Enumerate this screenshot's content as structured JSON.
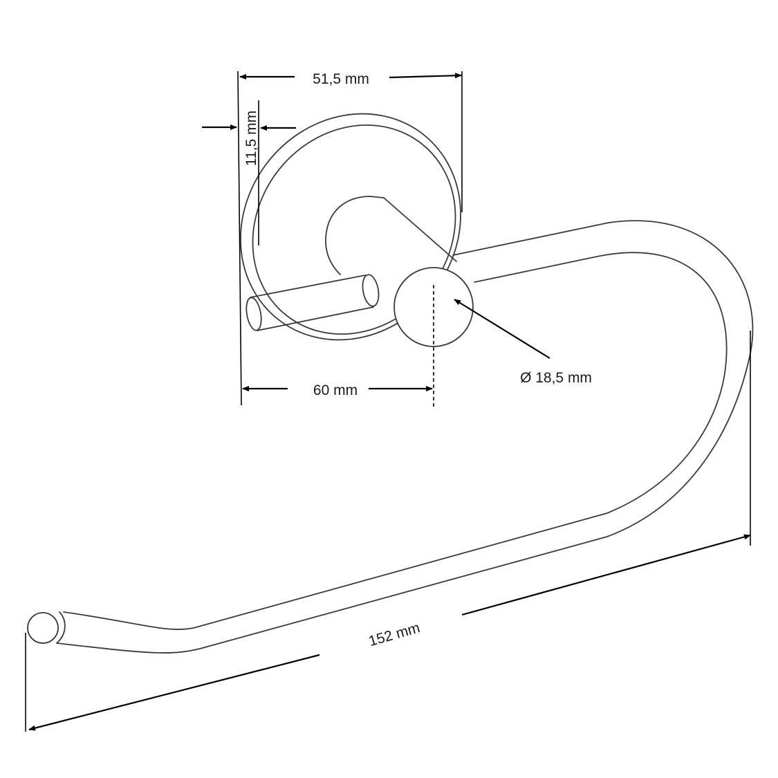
{
  "dimensions": {
    "base_width": "51,5 mm",
    "base_depth": "11,5 mm",
    "projection": "60 mm",
    "tube_diameter": "Ø 18,5 mm",
    "total_length": "152 mm"
  }
}
